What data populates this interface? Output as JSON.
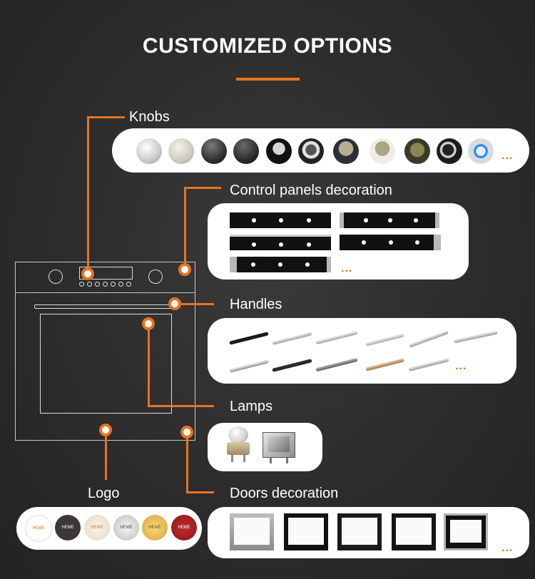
{
  "title": "CUSTOMIZED OPTIONS",
  "labels": {
    "knobs": "Knobs",
    "control_panels": "Control panels decoration",
    "handles": "Handles",
    "lamps": "Lamps",
    "logo": "Logo",
    "doors": "Doors decoration"
  },
  "more": "...",
  "logo_text": "HEME",
  "colors": {
    "accent": "#e8731f",
    "background": "#2c2c2c",
    "pill": "#ffffff"
  },
  "logo_colors": [
    "#ffffff",
    "#3b3837",
    "#f3e7d8",
    "#d9d9d9",
    "#e6b84a",
    "#a31d1d"
  ]
}
